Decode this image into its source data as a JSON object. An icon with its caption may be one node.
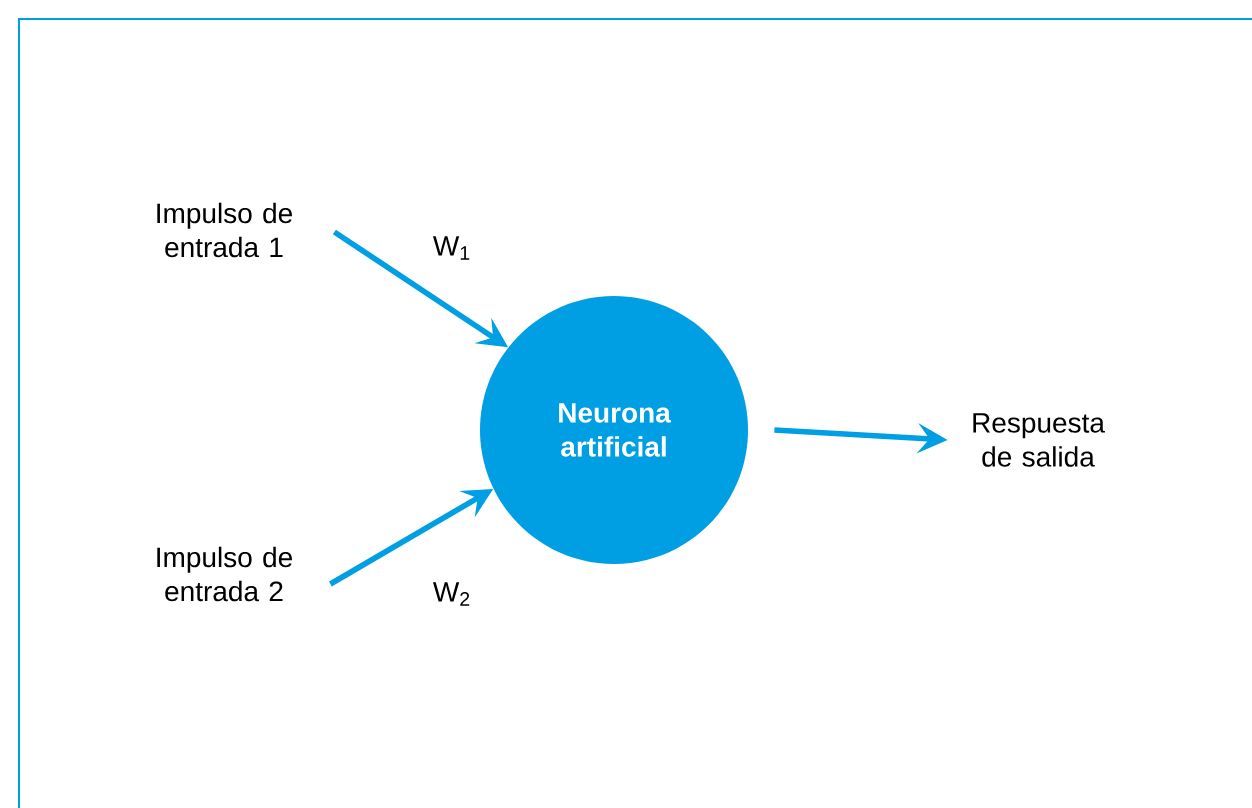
{
  "diagram": {
    "nodes": [
      {
        "text": [
          "Impulso de entrada 1"
        ]
      },
      {
        "text": [
          "Impulso de entrada 2"
        ]
      },
      {
        "text": [
          "Neurona artificial"
        ]
      },
      {
        "text": [
          "Respuesta de salida"
        ]
      }
    ],
    "edges": [
      {
        "from": 0,
        "to": 2,
        "arrow": "to",
        "label": "W$_{1}$"
      },
      {
        "from": 1,
        "to": 2,
        "arrow": "to",
        "label": "W$_{2}$"
      },
      {
        "from": 2,
        "to": 3,
        "arrow": "to"
      }
    ]
  }
}
